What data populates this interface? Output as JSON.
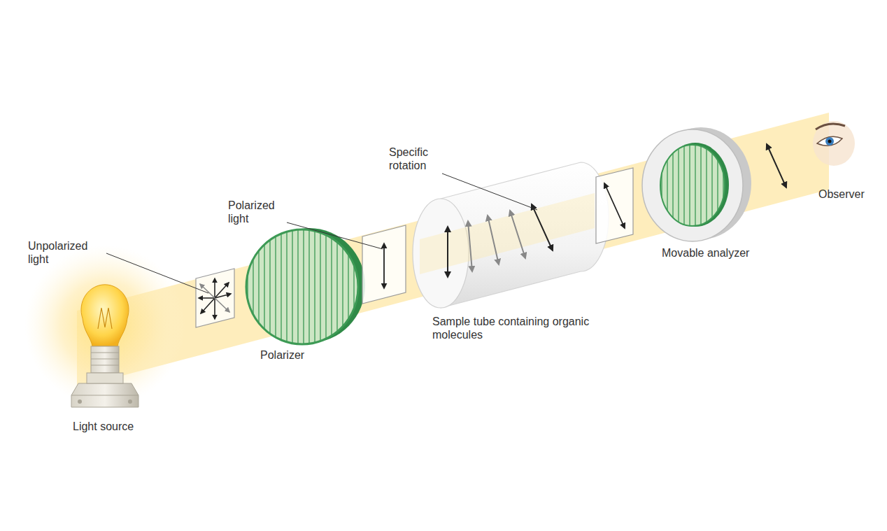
{
  "diagram": {
    "labels": [
      "Unpolarized light",
      "Polarized light",
      "Specific rotation",
      "Sample tube containing organic molecules",
      "Movable analyzer",
      "Observer",
      "Polarizer",
      "Light source"
    ]
  }
}
